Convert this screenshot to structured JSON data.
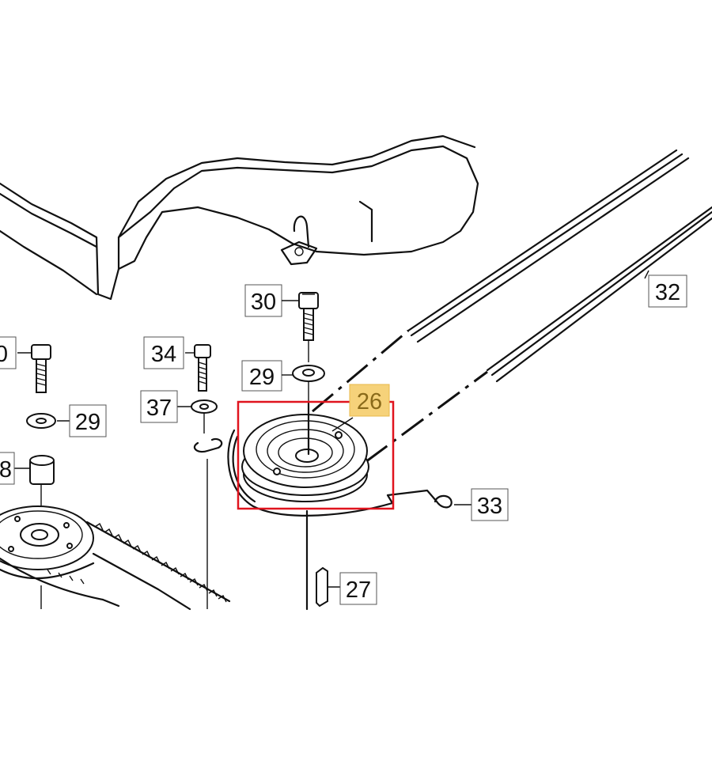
{
  "labels": {
    "part_30": "30",
    "part_30_left": "0",
    "part_34": "34",
    "part_37": "37",
    "part_29_left": "29",
    "part_29_center": "29",
    "part_28_left": "8",
    "part_26": "26",
    "part_32": "32",
    "part_33": "33",
    "part_27": "27"
  },
  "highlight": {
    "selected_part": "26",
    "box_color": "#e0141e",
    "label_color": "#f6d27a"
  }
}
